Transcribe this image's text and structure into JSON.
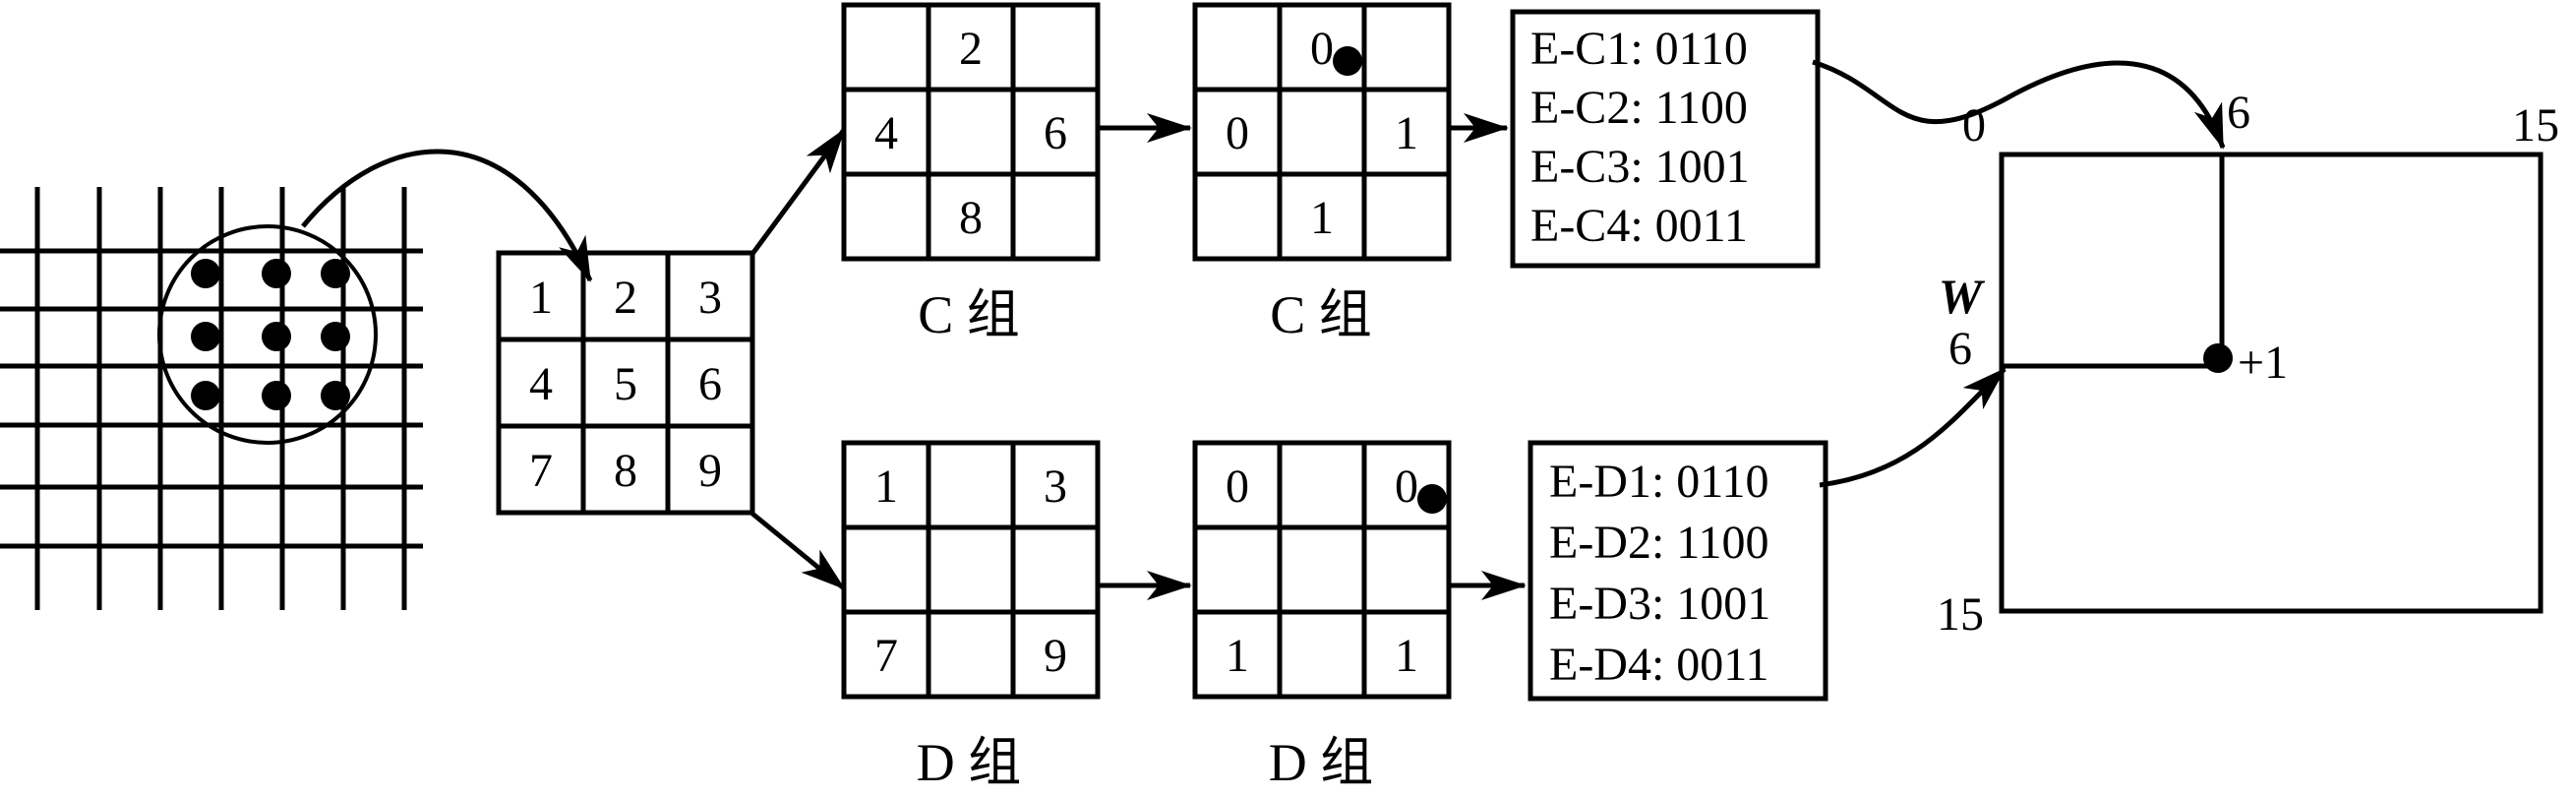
{
  "input_grid": {
    "dots": 9
  },
  "main_grid": {
    "cells": [
      "1",
      "2",
      "3",
      "4",
      "5",
      "6",
      "7",
      "8",
      "9"
    ]
  },
  "c_group": {
    "stage1": {
      "cells": [
        "",
        "2",
        "",
        "4",
        "",
        "6",
        "",
        "8",
        ""
      ],
      "caption": "C 组"
    },
    "stage2": {
      "cells": [
        "",
        "0",
        "",
        "0",
        "",
        "1",
        "",
        "1",
        ""
      ],
      "caption": "C 组",
      "marked_cell": 1
    },
    "codes": [
      "E-C1: 0110",
      "E-C2: 1100",
      "E-C3: 1001",
      "E-C4: 0011"
    ]
  },
  "d_group": {
    "stage1": {
      "cells": [
        "1",
        "",
        "3",
        "",
        "",
        "",
        "7",
        "",
        "9"
      ],
      "caption": "D 组"
    },
    "stage2": {
      "cells": [
        "0",
        "",
        "0",
        "",
        "",
        "",
        "1",
        "",
        "1"
      ],
      "caption": "D 组",
      "marked_cell": 2
    },
    "codes": [
      "E-D1: 0110",
      "E-D2: 1100",
      "E-D3: 1001",
      "E-D4: 0011"
    ]
  },
  "matrix": {
    "label": "W",
    "top_left": "0",
    "top_right": "15",
    "bottom_left": "15",
    "col_marker": "6",
    "row_marker": "6",
    "increment": "+1"
  }
}
